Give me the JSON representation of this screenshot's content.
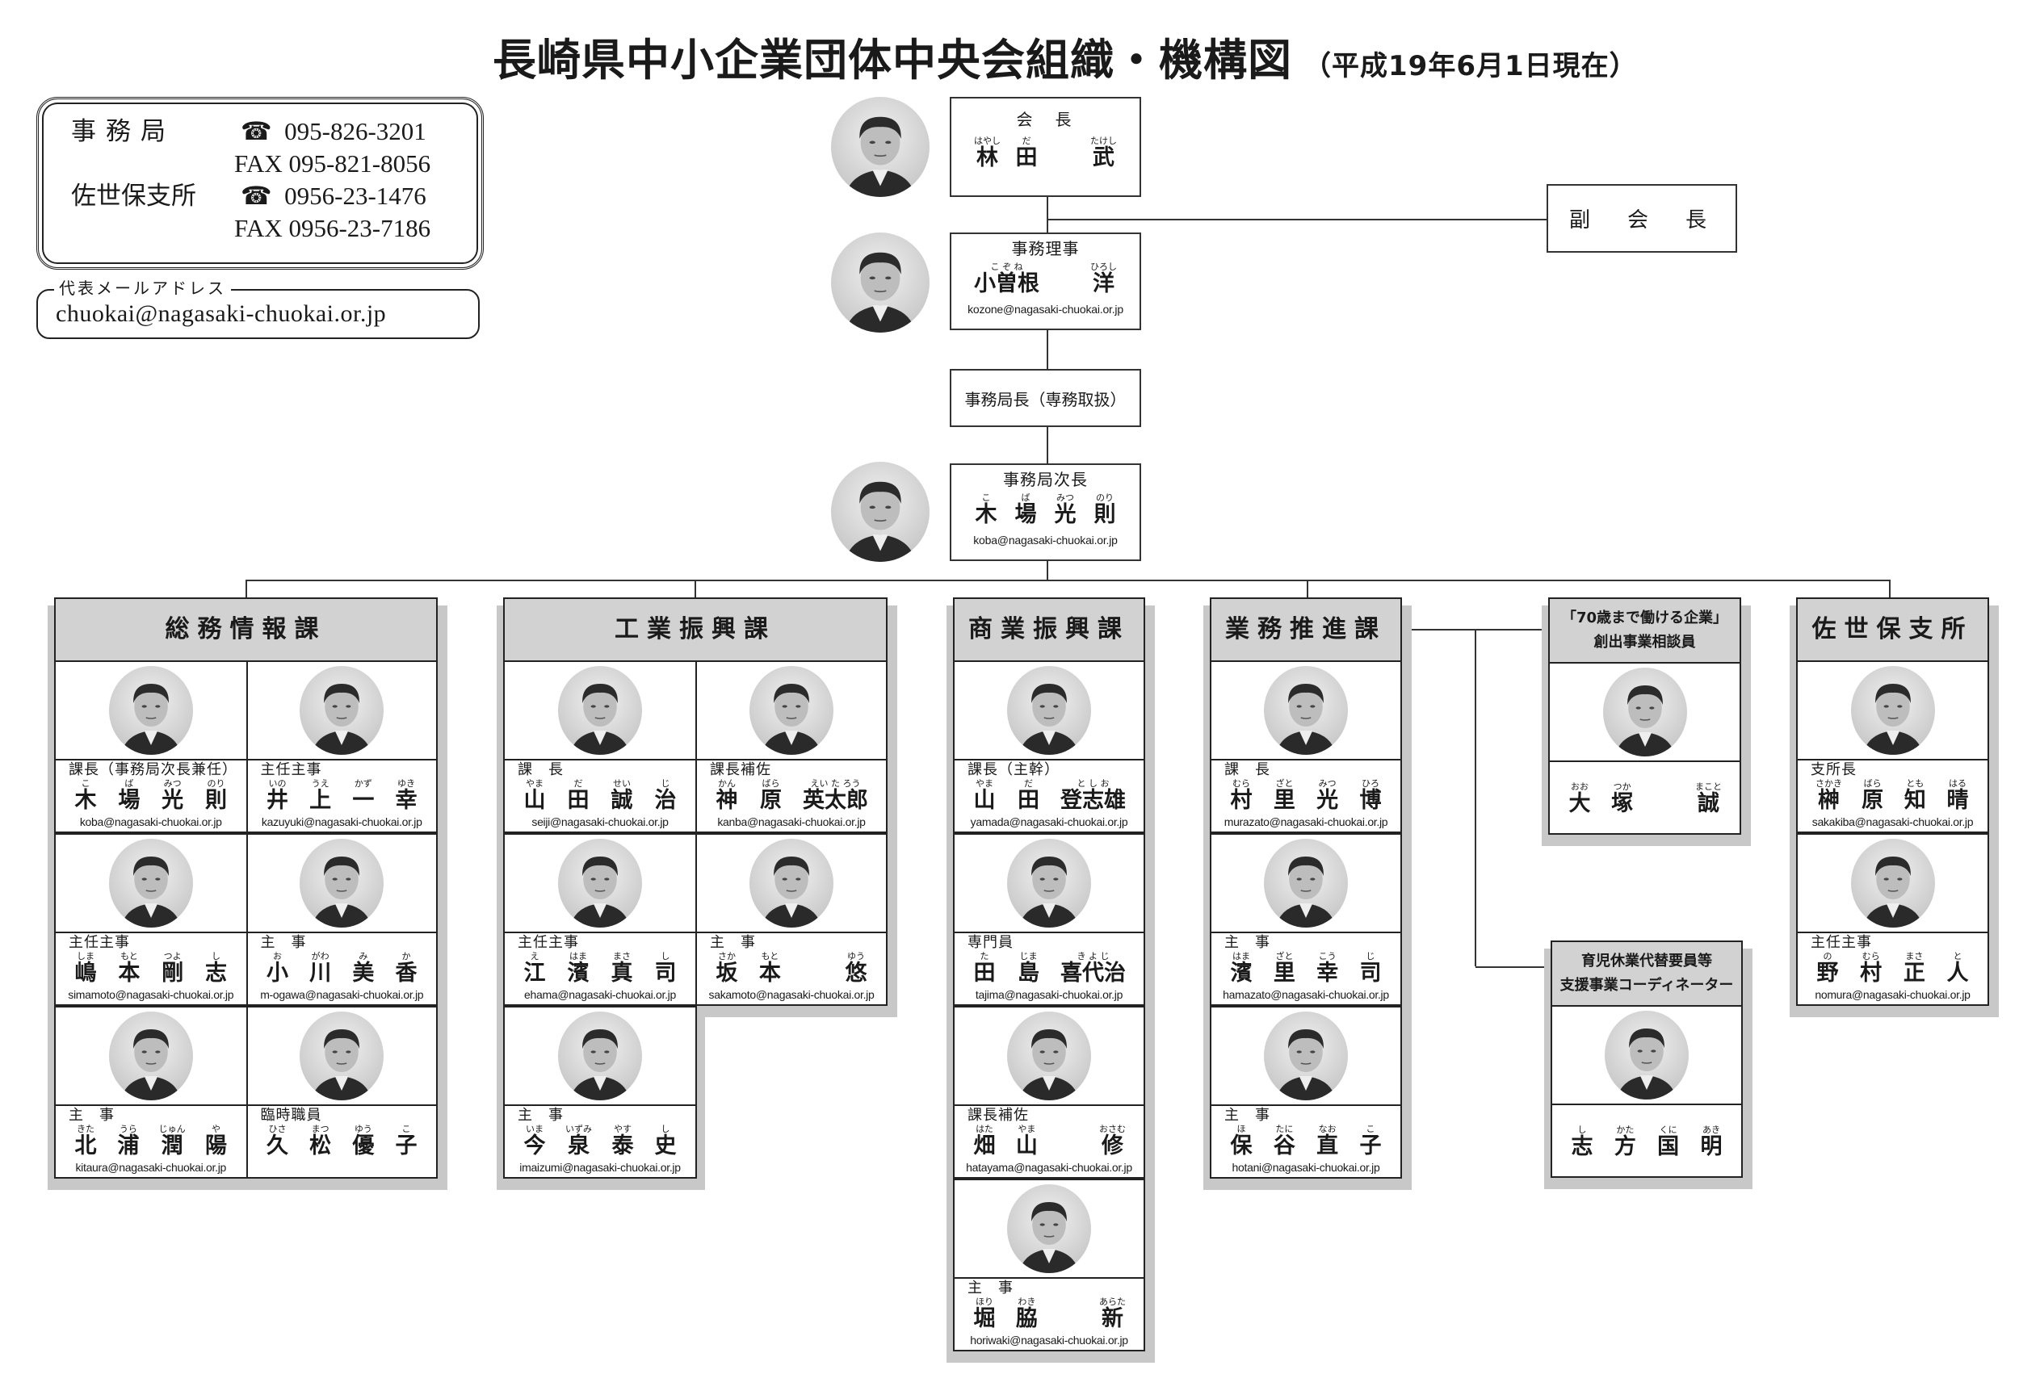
{
  "title": "長崎県中小企業団体中央会組織・機構図",
  "date": "（平成19年6月1日現在）",
  "contact": {
    "office_label": "事務局",
    "office_tel": "095-826-3201",
    "office_fax": "FAX 095-821-8056",
    "branch_label": "佐世保支所",
    "branch_tel": "0956-23-1476",
    "branch_fax": "FAX 0956-23-7186",
    "tel_icon": "telephone-icon",
    "tel_symbol": "☎"
  },
  "email_box": {
    "label": "代表メールアドレス",
    "address": "chuokai@nagasaki-chuokai.or.jp"
  },
  "president": {
    "position": "会　長",
    "name": [
      {
        "k": "林",
        "r": "はやし"
      },
      {
        "k": "田",
        "r": "だ"
      },
      {
        "k": "",
        "r": ""
      },
      {
        "k": "武",
        "r": "たけし"
      }
    ]
  },
  "vice_president": {
    "position": "副　会　長"
  },
  "director": {
    "position": "事務理事",
    "name": [
      {
        "k": "小曽根",
        "r": "こ ぞ ね"
      },
      {
        "k": "",
        "r": ""
      },
      {
        "k": "洋",
        "r": "ひろし"
      }
    ],
    "email": "kozone@nagasaki-chuokai.or.jp"
  },
  "secretary_general": {
    "position": "事務局長（専務取扱）"
  },
  "deputy": {
    "position": "事務局次長",
    "name": [
      {
        "k": "木",
        "r": "こ"
      },
      {
        "k": "場",
        "r": "ば"
      },
      {
        "k": "光",
        "r": "みつ"
      },
      {
        "k": "則",
        "r": "のり"
      }
    ],
    "email": "koba@nagasaki-chuokai.or.jp"
  },
  "departments": [
    {
      "title": [
        "総務情報課"
      ],
      "members": [
        {
          "title": "課長（事務局次長兼任）",
          "name": [
            {
              "k": "木",
              "r": "こ"
            },
            {
              "k": "場",
              "r": "ば"
            },
            {
              "k": "光",
              "r": "みつ"
            },
            {
              "k": "則",
              "r": "のり"
            }
          ],
          "email": "koba@nagasaki-chuokai.or.jp"
        },
        {
          "title": "主任主事",
          "name": [
            {
              "k": "井",
              "r": "いの"
            },
            {
              "k": "上",
              "r": "うえ"
            },
            {
              "k": "一",
              "r": "かず"
            },
            {
              "k": "幸",
              "r": "ゆき"
            }
          ],
          "email": "kazuyuki@nagasaki-chuokai.or.jp"
        },
        {
          "title": "主任主事",
          "name": [
            {
              "k": "嶋",
              "r": "しま"
            },
            {
              "k": "本",
              "r": "もと"
            },
            {
              "k": "剛",
              "r": "つよ"
            },
            {
              "k": "志",
              "r": "し"
            }
          ],
          "email": "simamoto@nagasaki-chuokai.or.jp"
        },
        {
          "title": "主　事",
          "name": [
            {
              "k": "小",
              "r": "お"
            },
            {
              "k": "川",
              "r": "がわ"
            },
            {
              "k": "美",
              "r": "み"
            },
            {
              "k": "香",
              "r": "か"
            }
          ],
          "email": "m-ogawa@nagasaki-chuokai.or.jp"
        },
        {
          "title": "主　事",
          "name": [
            {
              "k": "北",
              "r": "きた"
            },
            {
              "k": "浦",
              "r": "うら"
            },
            {
              "k": "潤",
              "r": "じゅん"
            },
            {
              "k": "陽",
              "r": "や"
            }
          ],
          "email": "kitaura@nagasaki-chuokai.or.jp"
        },
        {
          "title": "臨時職員",
          "name": [
            {
              "k": "久",
              "r": "ひさ"
            },
            {
              "k": "松",
              "r": "まつ"
            },
            {
              "k": "優",
              "r": "ゆう"
            },
            {
              "k": "子",
              "r": "こ"
            }
          ],
          "email": ""
        }
      ]
    },
    {
      "title": [
        "工業振興課"
      ],
      "members": [
        {
          "title": "課　長",
          "name": [
            {
              "k": "山",
              "r": "やま"
            },
            {
              "k": "田",
              "r": "だ"
            },
            {
              "k": "誠",
              "r": "せい"
            },
            {
              "k": "治",
              "r": "じ"
            }
          ],
          "email": "seiji@nagasaki-chuokai.or.jp"
        },
        {
          "title": "課長補佐",
          "name": [
            {
              "k": "神",
              "r": "かん"
            },
            {
              "k": "原",
              "r": "ばら"
            },
            {
              "k": "英太郎",
              "r": "えい た ろう"
            }
          ],
          "email": "kanba@nagasaki-chuokai.or.jp"
        },
        {
          "title": "主任主事",
          "name": [
            {
              "k": "江",
              "r": "え"
            },
            {
              "k": "濱",
              "r": "はま"
            },
            {
              "k": "真",
              "r": "まさ"
            },
            {
              "k": "司",
              "r": "し"
            }
          ],
          "email": "ehama@nagasaki-chuokai.or.jp"
        },
        {
          "title": "主　事",
          "name": [
            {
              "k": "坂",
              "r": "さか"
            },
            {
              "k": "本",
              "r": "もと"
            },
            {
              "k": "",
              "r": ""
            },
            {
              "k": "悠",
              "r": "ゆう"
            }
          ],
          "email": "sakamoto@nagasaki-chuokai.or.jp"
        },
        {
          "title": "主　事",
          "name": [
            {
              "k": "今",
              "r": "いま"
            },
            {
              "k": "泉",
              "r": "いずみ"
            },
            {
              "k": "泰",
              "r": "やす"
            },
            {
              "k": "史",
              "r": "し"
            }
          ],
          "email": "imaizumi@nagasaki-chuokai.or.jp"
        }
      ]
    },
    {
      "title": [
        "商業振興課"
      ],
      "members": [
        {
          "title": "課長（主幹）",
          "name": [
            {
              "k": "山",
              "r": "やま"
            },
            {
              "k": "田",
              "r": "だ"
            },
            {
              "k": "登志雄",
              "r": "と し お"
            }
          ],
          "email": "yamada@nagasaki-chuokai.or.jp"
        },
        {
          "title": "専門員",
          "name": [
            {
              "k": "田",
              "r": "た"
            },
            {
              "k": "島",
              "r": "じま"
            },
            {
              "k": "喜代治",
              "r": "き よ じ"
            }
          ],
          "email": "tajima@nagasaki-chuokai.or.jp"
        },
        {
          "title": "課長補佐",
          "name": [
            {
              "k": "畑",
              "r": "はた"
            },
            {
              "k": "山",
              "r": "やま"
            },
            {
              "k": "",
              "r": ""
            },
            {
              "k": "修",
              "r": "おさむ"
            }
          ],
          "email": "hatayama@nagasaki-chuokai.or.jp"
        },
        {
          "title": "主　事",
          "name": [
            {
              "k": "堀",
              "r": "ほり"
            },
            {
              "k": "脇",
              "r": "わき"
            },
            {
              "k": "",
              "r": ""
            },
            {
              "k": "新",
              "r": "あらた"
            }
          ],
          "email": "horiwaki@nagasaki-chuokai.or.jp"
        }
      ]
    },
    {
      "title": [
        "業務推進課"
      ],
      "members": [
        {
          "title": "課　長",
          "name": [
            {
              "k": "村",
              "r": "むら"
            },
            {
              "k": "里",
              "r": "ざと"
            },
            {
              "k": "光",
              "r": "みつ"
            },
            {
              "k": "博",
              "r": "ひろ"
            }
          ],
          "email": "murazato@nagasaki-chuokai.or.jp"
        },
        {
          "title": "主　事",
          "name": [
            {
              "k": "濱",
              "r": "はま"
            },
            {
              "k": "里",
              "r": "ざと"
            },
            {
              "k": "幸",
              "r": "こう"
            },
            {
              "k": "司",
              "r": "じ"
            }
          ],
          "email": "hamazato@nagasaki-chuokai.or.jp"
        },
        {
          "title": "主　事",
          "name": [
            {
              "k": "保",
              "r": "ほ"
            },
            {
              "k": "谷",
              "r": "たに"
            },
            {
              "k": "直",
              "r": "なお"
            },
            {
              "k": "子",
              "r": "こ"
            }
          ],
          "email": "hotani@nagasaki-chuokai.or.jp"
        }
      ]
    },
    {
      "title": [
        "「70歳まで働ける企業」",
        "創出事業相談員"
      ],
      "members": [
        {
          "title": "",
          "name": [
            {
              "k": "大",
              "r": "おお"
            },
            {
              "k": "塚",
              "r": "つか"
            },
            {
              "k": "",
              "r": ""
            },
            {
              "k": "誠",
              "r": "まこと"
            }
          ],
          "email": ""
        }
      ]
    },
    {
      "title": [
        "育児休業代替要員等",
        "支援事業コーディネーター"
      ],
      "members": [
        {
          "title": "",
          "name": [
            {
              "k": "志",
              "r": "し"
            },
            {
              "k": "方",
              "r": "かた"
            },
            {
              "k": "国",
              "r": "くに"
            },
            {
              "k": "明",
              "r": "あき"
            }
          ],
          "email": ""
        }
      ]
    },
    {
      "title": [
        "佐世保支所"
      ],
      "members": [
        {
          "title": "支所長",
          "name": [
            {
              "k": "榊",
              "r": "さかき"
            },
            {
              "k": "原",
              "r": "ばら"
            },
            {
              "k": "知",
              "r": "とも"
            },
            {
              "k": "晴",
              "r": "はる"
            }
          ],
          "email": "sakakiba@nagasaki-chuokai.or.jp"
        },
        {
          "title": "主任主事",
          "name": [
            {
              "k": "野",
              "r": "の"
            },
            {
              "k": "村",
              "r": "むら"
            },
            {
              "k": "正",
              "r": "まさ"
            },
            {
              "k": "人",
              "r": "と"
            }
          ],
          "email": "nomura@nagasaki-chuokai.or.jp"
        }
      ]
    }
  ]
}
